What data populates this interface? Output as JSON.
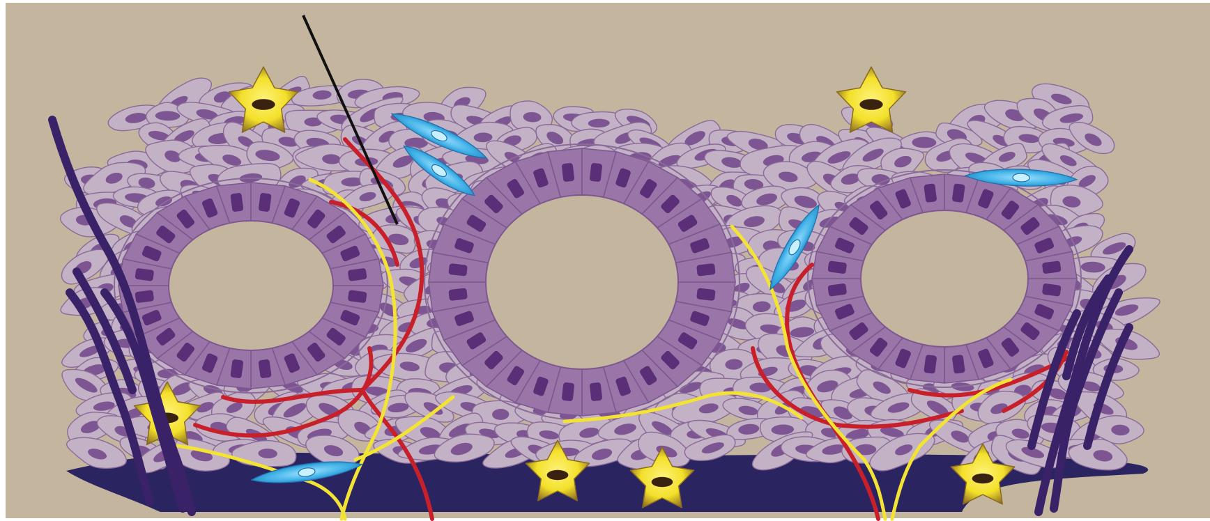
{
  "diagram": {
    "labels": [],
    "colors": {
      "background": "#c4b59e",
      "stroma_cell_fill": "#c3b1c6",
      "stroma_cell_stroke": "#8a6a98",
      "nucleus": "#7d5592",
      "gland_cell_fill": "#9a76a8",
      "gland_nucleus": "#5a2f77",
      "lumen": "#c4b59e",
      "basement_membrane": "#2a2460",
      "elastic_fibers": "#3a2268",
      "blood_vessels": "#c8202a",
      "nerves": "#f2e334",
      "fibroblasts": "#3fb0e6",
      "star_cells": "#f3e02a",
      "pointer_line": "#111111"
    },
    "components": [
      "outer-page-frame",
      "background-panel",
      "basement-membrane",
      "stroma-cells",
      "gland-left",
      "gland-middle",
      "gland-right",
      "blood-vessels",
      "nerve-fibers",
      "spindle-cells",
      "star-cells",
      "elastic-fibers-left",
      "elastic-fibers-right",
      "pointer-line"
    ]
  }
}
